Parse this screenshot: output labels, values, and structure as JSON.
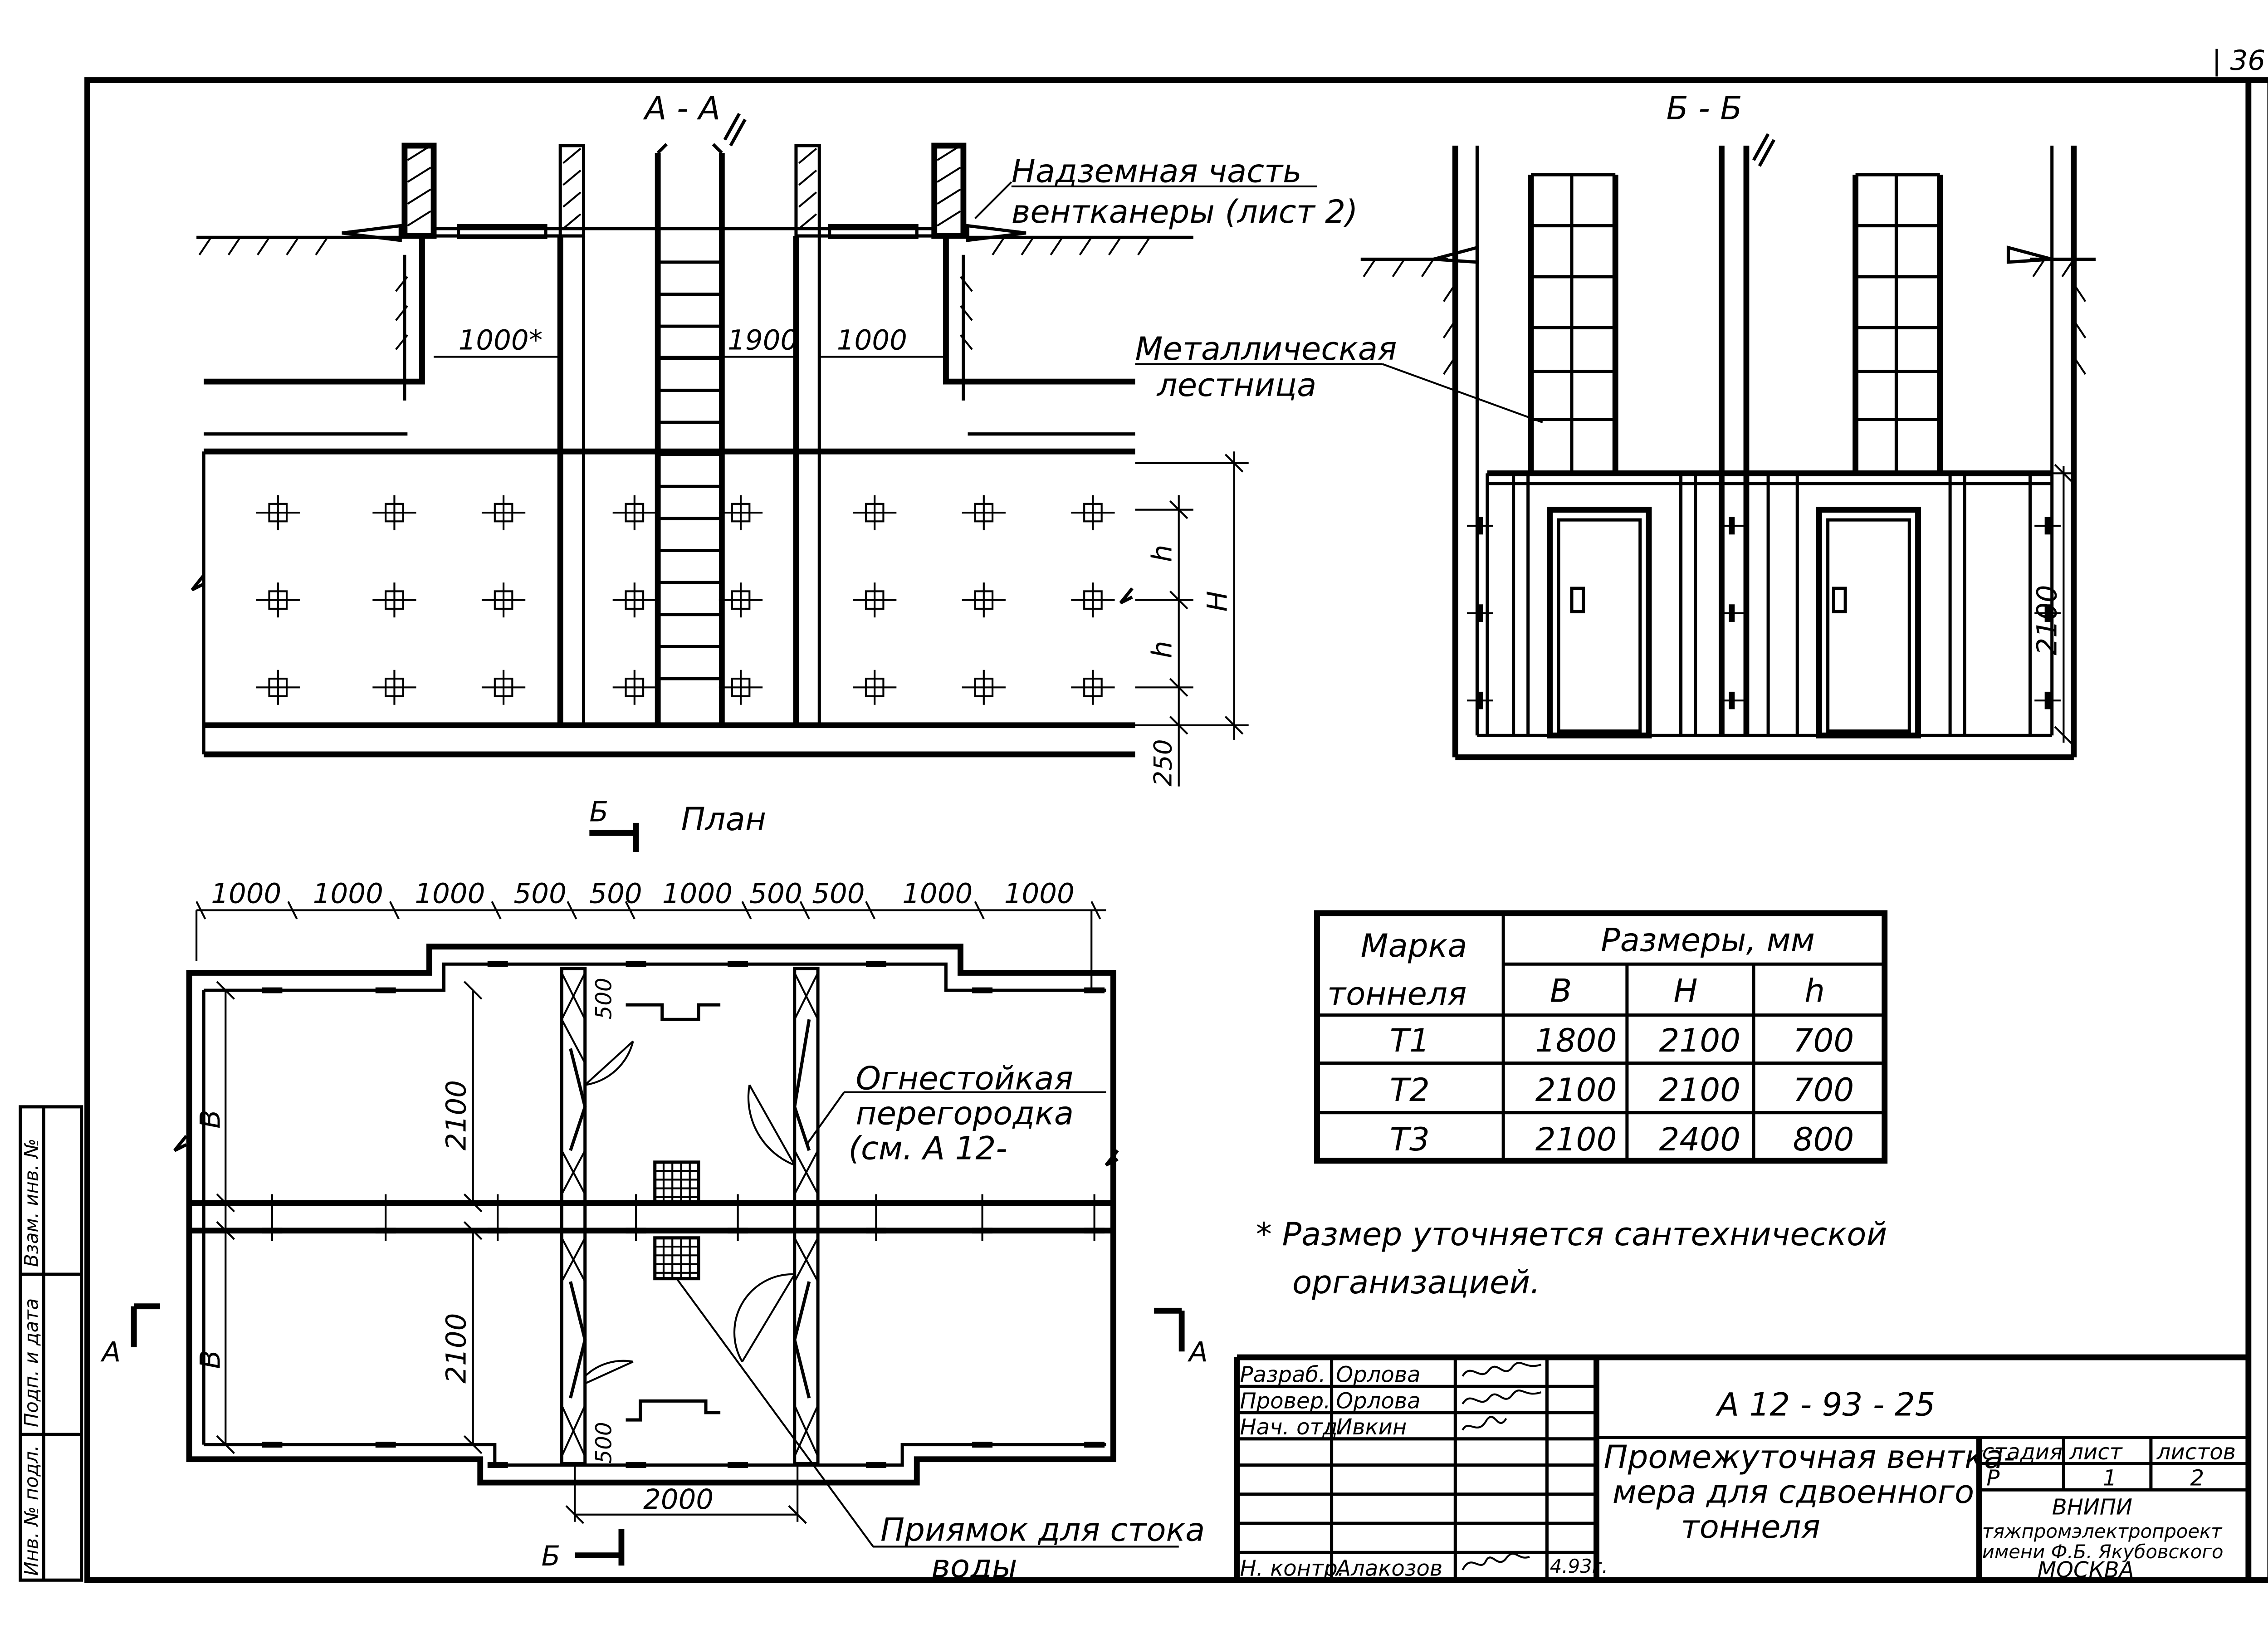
{
  "page_number": "| 36",
  "sections": {
    "aa": {
      "title": "А - А"
    },
    "bb": {
      "title": "Б - Б"
    }
  },
  "callouts": {
    "surface_part_line1": "Надземная  часть",
    "surface_part_line2": "вентканеры (лист 2)",
    "ladder_line1": "Металлическая",
    "ladder_line2": "лестница",
    "partition_line1": "Огнестойкая",
    "partition_line2": "перегородка",
    "partition_line3": "(см. А 12-",
    "pit_line1": "Приямок для стока",
    "pit_line2": "воды"
  },
  "dims_aa": {
    "d1000a": "1000*",
    "d1900": "1900",
    "d1000b": "1000",
    "h1": "h",
    "h2": "h",
    "H": "H",
    "d250": "250"
  },
  "dims_bb": {
    "d2100": "2100"
  },
  "plan": {
    "title": "План",
    "cut_label_top": "Б",
    "cut_label_bottom": "Б",
    "cut_left": "А",
    "cut_right": "А",
    "top_dims": [
      "1000",
      "1000",
      "1000",
      "500",
      "500",
      "1000",
      "500",
      "500",
      "1000",
      "1000"
    ],
    "d500_top": "500",
    "d500_bot": "500",
    "d2100_top": "2100",
    "d2100_bot": "2100",
    "B_top": "В",
    "B_bot": "В",
    "d2000": "2000"
  },
  "table": {
    "header_marka_1": "Марка",
    "header_marka_2": "тоннеля",
    "header_sizes": "Размеры, мм",
    "col_B": "В",
    "col_H": "Н",
    "col_h": "h",
    "rows": [
      {
        "name": "Т1",
        "B": "1800",
        "H": "2100",
        "h": "700"
      },
      {
        "name": "Т2",
        "B": "2100",
        "H": "2100",
        "h": "700"
      },
      {
        "name": "Т3",
        "B": "2100",
        "H": "2400",
        "h": "800"
      }
    ]
  },
  "note": {
    "line1": "* Размер уточняется  сантехнической",
    "line2": "организацией."
  },
  "title_block": {
    "code": "А 12 - 93 - 25",
    "title_line1": "Промежуточная вентка-",
    "title_line2": "мера для сдвоенного",
    "title_line3": "тоннеля",
    "roles": [
      {
        "role": "Разраб.",
        "name": "Орлова"
      },
      {
        "role": "Провер.",
        "name": "Орлова"
      },
      {
        "role": "Нач. отд.",
        "name": "Ивкин"
      },
      {
        "role": "Н. контр.",
        "name": "Алакозов"
      }
    ],
    "date": "4.93г.",
    "stage_header": "стадия",
    "sheet_header": "лист",
    "sheets_header": "листов",
    "stage": "Р",
    "sheet": "1",
    "sheets": "2",
    "org_line1": "ВНИПИ",
    "org_line2": "тяжпромэлектропроект",
    "org_line3": "имени Ф.Б. Якубовского",
    "org_line4": "МОСКВА"
  },
  "left_strip": {
    "inv_podl": "Инв. № подл.",
    "podp_data": "Подп. и дата",
    "vzam": "Взам. инв. №"
  }
}
